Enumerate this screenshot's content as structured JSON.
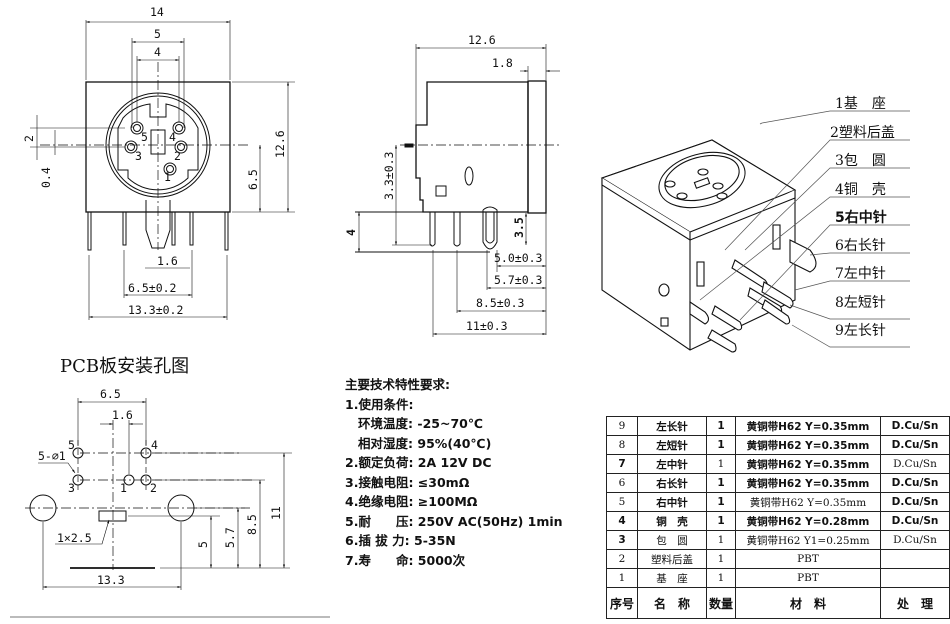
{
  "front_view": {
    "dims": {
      "overall_width": "14",
      "outer_pin_span": "5",
      "inner_pin_span": "4",
      "pin_vertical_offset": "2",
      "key_offset": "0.4",
      "center_height": "6.5",
      "body_height": "12.6",
      "center_pin_spacing": "1.6",
      "pin_row_span": "6.5±0.2",
      "mount_span": "13.3±0.2"
    },
    "pin_labels": [
      "1",
      "2",
      "3",
      "4",
      "5"
    ]
  },
  "side_view": {
    "dims": {
      "depth": "12.6",
      "flange": "1.8",
      "center_height": "3.3±0.3",
      "pin_length": "4",
      "mount_tab_length": "3.5",
      "d1": "5.0±0.3",
      "d2": "5.7±0.3",
      "d3": "8.5±0.3",
      "d4": "11±0.3"
    }
  },
  "iso_view": {
    "callouts": [
      {
        "label": "1基　座",
        "bold": false
      },
      {
        "label": "2塑料后盖",
        "bold": false
      },
      {
        "label": "3包　圆",
        "bold": false
      },
      {
        "label": "4铜　壳",
        "bold": false
      },
      {
        "label": "5右中针",
        "bold": true
      },
      {
        "label": "6右长针",
        "bold": false
      },
      {
        "label": "7左中针",
        "bold": false
      },
      {
        "label": "8左短针",
        "bold": false
      },
      {
        "label": "9左长针",
        "bold": false
      }
    ]
  },
  "pcb_layout": {
    "title": "PCB板安装孔图",
    "dims": {
      "pin_span": "6.5",
      "center_spacing": "1.6",
      "hole_spec": "5-⌀1",
      "slot_spec": "1×2.5",
      "mount_span": "13.3",
      "h5": "5",
      "h57": "5.7",
      "h85": "8.5",
      "h11": "11"
    },
    "pin_labels": [
      "1",
      "2",
      "3",
      "4",
      "5"
    ]
  },
  "specs": {
    "heading": "主要技术特性要求:",
    "lines": [
      "1.使用条件:",
      "   环境温度: -25~70℃",
      "   相对湿度: 95%(40℃)",
      "2.额定负荷: 2A 12V DC",
      "3.接触电阻: ≤30mΩ",
      "4.绝缘电阻: ≥100MΩ",
      "5.耐　　压: 250V AC(50Hz) 1min",
      "6.插 拔 力: 5-35N",
      "7.寿　　命: 5000次"
    ]
  },
  "bom": {
    "headers": [
      "序号",
      "名　称",
      "数量",
      "材　料",
      "处　理"
    ],
    "rows": [
      {
        "no": "9",
        "name": "左长针",
        "qty": "1",
        "material": "黄铜带H62 Y=0.35mm",
        "finish": "D.Cu/Sn"
      },
      {
        "no": "8",
        "name": "左短针",
        "qty": "1",
        "material": "黄铜带H62 Y=0.35mm",
        "finish": "D.Cu/Sn"
      },
      {
        "no": "7",
        "name": "左中针",
        "qty": "1",
        "material": "黄铜带H62 Y=0.35mm",
        "finish": "D.Cu/Sn"
      },
      {
        "no": "6",
        "name": "右长针",
        "qty": "1",
        "material": "黄铜带H62 Y=0.35mm",
        "finish": "D.Cu/Sn"
      },
      {
        "no": "5",
        "name": "右中针",
        "qty": "1",
        "material": "黄铜带H62 Y=0.35mm",
        "finish": "D.Cu/Sn"
      },
      {
        "no": "4",
        "name": "铜　壳",
        "qty": "1",
        "material": "黄铜带H62 Y=0.28mm",
        "finish": "D.Cu/Sn"
      },
      {
        "no": "3",
        "name": "包　圆",
        "qty": "1",
        "material": "黄铜带H62 Y1=0.25mm",
        "finish": "D.Cu/Sn"
      },
      {
        "no": "2",
        "name": "塑料后盖",
        "qty": "1",
        "material": "PBT",
        "finish": ""
      },
      {
        "no": "1",
        "name": "基　座",
        "qty": "1",
        "material": "PBT",
        "finish": ""
      }
    ]
  }
}
